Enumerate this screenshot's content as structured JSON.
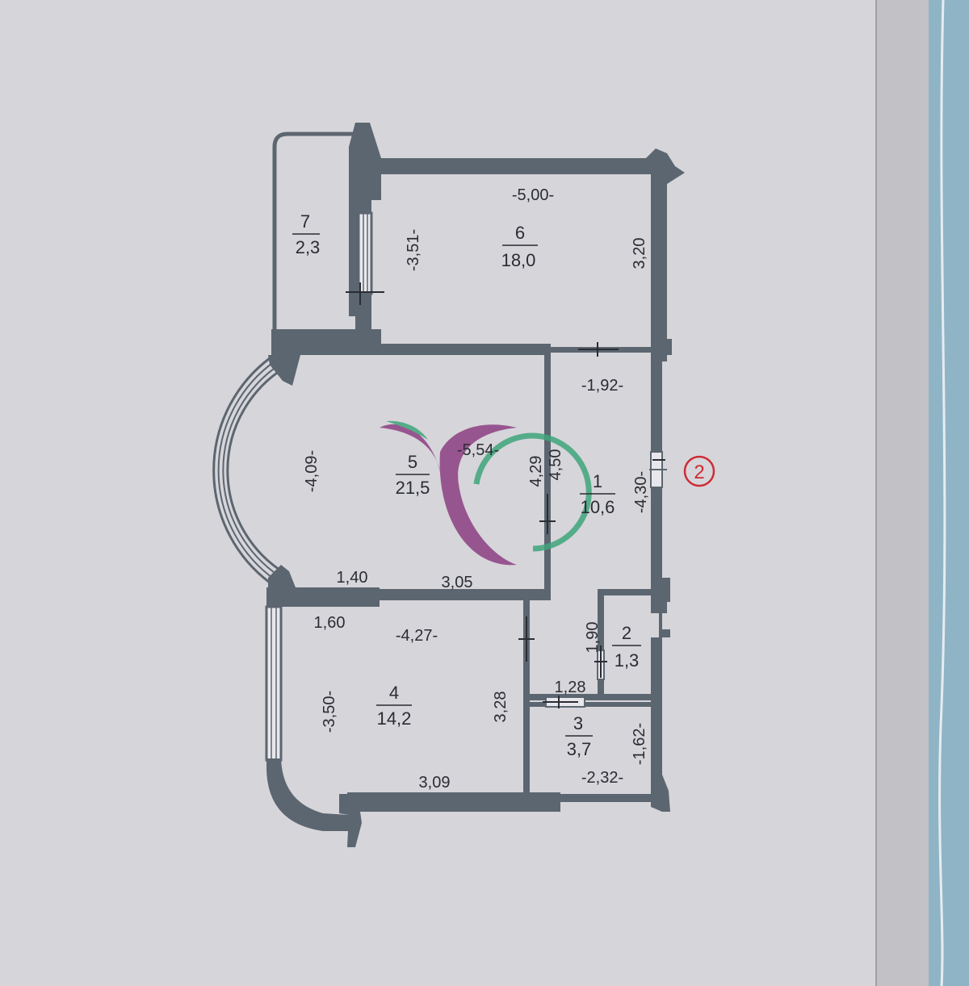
{
  "colors": {
    "wall": "#5c6670",
    "paper": "#d6d5da",
    "paper_right": "#c2c1c6",
    "curtain": "#8fb4c6",
    "marker": "#cf2b34",
    "logo_purple": "#8d3f83",
    "logo_green": "#3fa57b"
  },
  "marker_label": "2",
  "rooms": [
    {
      "num": "7",
      "area": "2,3"
    },
    {
      "num": "6",
      "area": "18,0"
    },
    {
      "num": "5",
      "area": "21,5"
    },
    {
      "num": "1",
      "area": "10,6"
    },
    {
      "num": "4",
      "area": "14,2"
    },
    {
      "num": "2",
      "area": "1,3"
    },
    {
      "num": "3",
      "area": "3,7"
    }
  ],
  "dimensions": [
    "-5,00-",
    "-3,51-",
    "3,20",
    "-1,92-",
    "-4,09-",
    "-5,54-",
    "4,29",
    "4,50",
    "-4,30-",
    "1,40",
    "3,05",
    "1,60",
    "-4,27-",
    "-3,50-",
    "3,28",
    "1,90",
    "1,28",
    "-1,62-",
    "3,09",
    "-2,32-"
  ]
}
